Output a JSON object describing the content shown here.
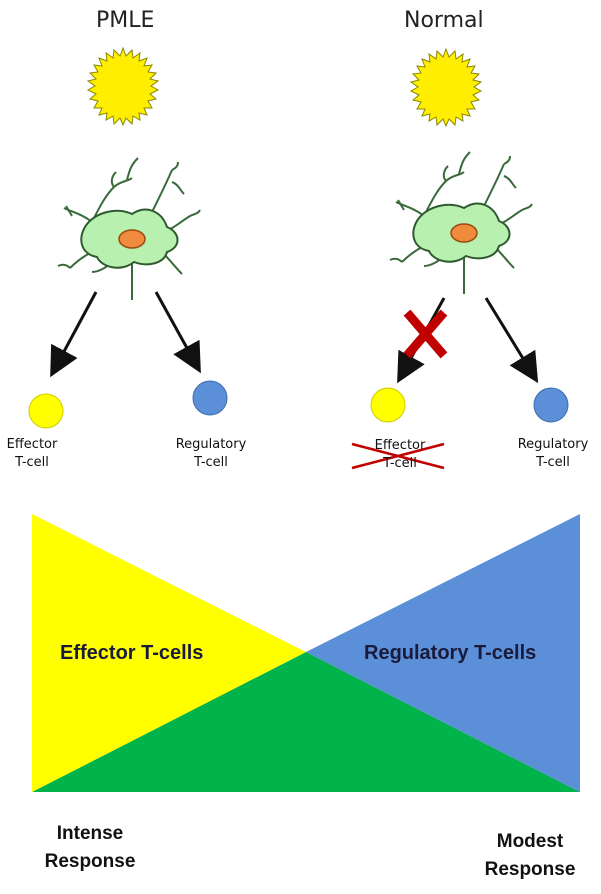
{
  "headers": {
    "left": "PMLE",
    "right": "Normal"
  },
  "cells": {
    "left_effector": [
      "Effector",
      "T-cell"
    ],
    "left_regulatory": [
      "Regulatory",
      "T-cell"
    ],
    "right_effector": [
      "Effector",
      "T-cell"
    ],
    "right_regulatory": [
      "Regulatory",
      "T-cell"
    ]
  },
  "triangles": {
    "effector_label": "Effector T-cells",
    "regulatory_label": "Regulatory T-cells"
  },
  "responses": {
    "left": [
      "Intense",
      "Response"
    ],
    "right": [
      "Modest",
      "Response"
    ]
  },
  "colors": {
    "sun": "#ffee00",
    "cell_body": "#b8f0b0",
    "nucleus": "#f08a3c",
    "effector": "#ffff00",
    "regulatory": "#5b8fd8",
    "overlap": "#00b34a",
    "cross": "#c00000"
  }
}
